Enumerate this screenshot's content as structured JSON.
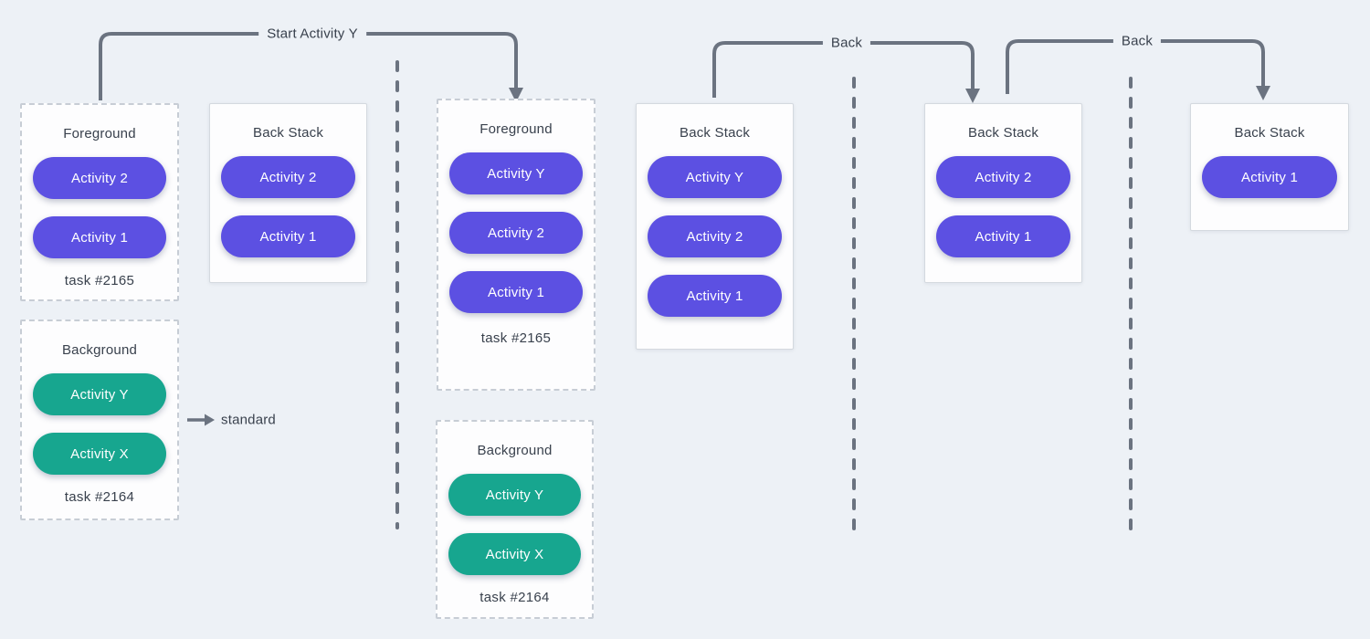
{
  "colors": {
    "background": "#edf1f6",
    "panel": "#fdfdfe",
    "purple": "#5c50e2",
    "teal": "#17a68f",
    "arrow": "#6b7380"
  },
  "arrows": {
    "start_activity": {
      "label": "Start Activity Y"
    },
    "back_1": {
      "label": "Back"
    },
    "back_2": {
      "label": "Back"
    },
    "launch_mode": {
      "label": "standard"
    }
  },
  "panels": [
    {
      "title": "Foreground",
      "caption": "task #2165",
      "activities": [
        "Activity 2",
        "Activity 1"
      ]
    },
    {
      "title": "Back Stack",
      "activities": [
        "Activity 2",
        "Activity 1"
      ]
    },
    {
      "title": "Background",
      "caption": "task #2164",
      "activities": [
        "Activity Y",
        "Activity X"
      ]
    },
    {
      "title": "Foreground",
      "caption": "task #2165",
      "activities": [
        "Activity Y",
        "Activity 2",
        "Activity 1"
      ]
    },
    {
      "title": "Back Stack",
      "activities": [
        "Activity Y",
        "Activity 2",
        "Activity 1"
      ]
    },
    {
      "title": "Back Stack",
      "activities": [
        "Activity 2",
        "Activity 1"
      ]
    },
    {
      "title": "Back Stack",
      "activities": [
        "Activity 1"
      ]
    },
    {
      "title": "Background",
      "caption": "task #2164",
      "activities": [
        "Activity Y",
        "Activity X"
      ]
    }
  ]
}
